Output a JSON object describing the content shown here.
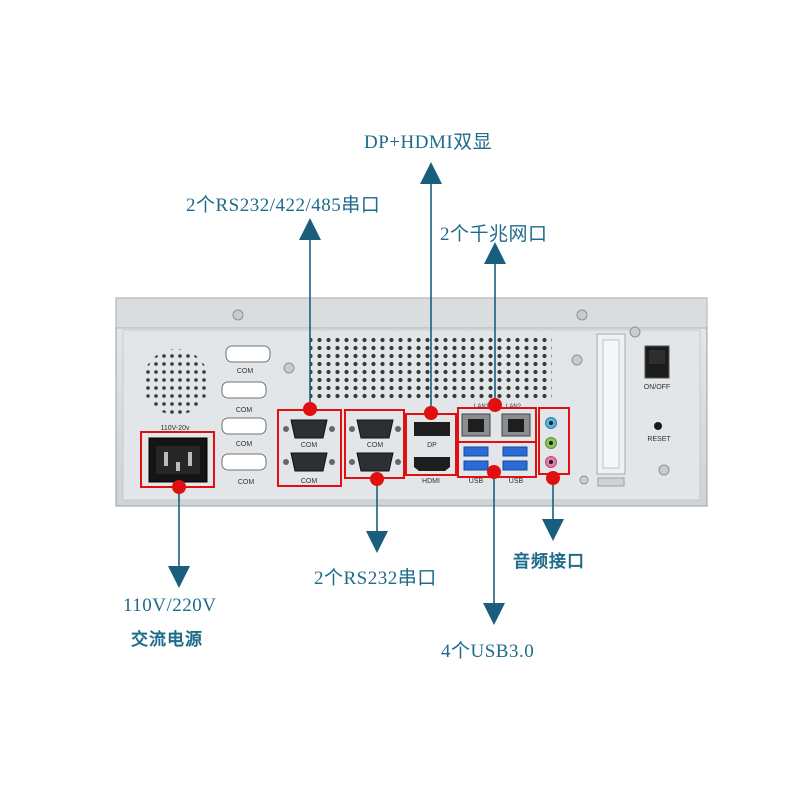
{
  "callouts": {
    "dp_hdmi": "DP+HDMI双显",
    "rs232_422_485": "2个RS232/422/485串口",
    "gigabit_lan": "2个千兆网口",
    "rs232": "2个RS232串口",
    "audio": "音频接口",
    "power_voltage": "110V/220V",
    "power_label": "交流电源",
    "usb": "4个USB3.0"
  },
  "panel_labels": {
    "com": "COM",
    "dp": "DP",
    "hdmi": "HDMI",
    "usb": "USB",
    "lan1": "LAN1",
    "lan2": "LAN2",
    "on_off": "ON/OFF",
    "reset": "RESET",
    "power_rating": "110V-20v"
  },
  "colors": {
    "callout_text": "#1e6b8a",
    "arrow": "#1a5e7e",
    "highlight": "#e01010",
    "chassis": "#d9dcde",
    "usb_port": "#2a6bd6"
  }
}
